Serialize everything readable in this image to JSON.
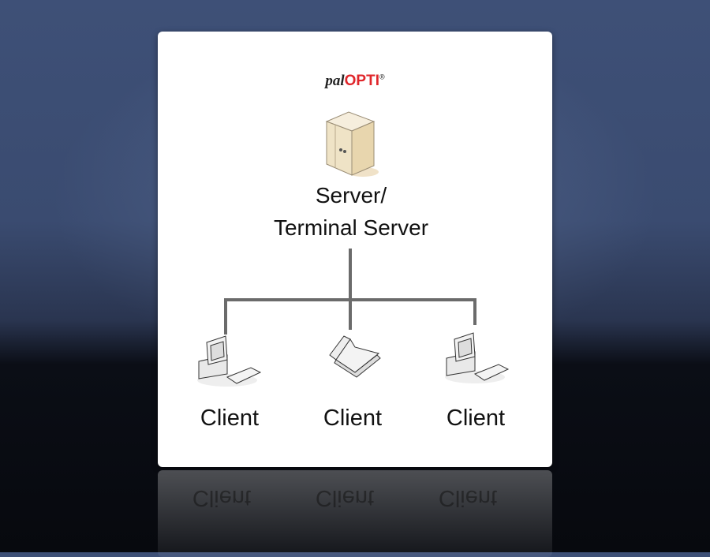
{
  "logo": {
    "pal": "pal",
    "opti": "OPTI",
    "reg": "®"
  },
  "server": {
    "line1": "Server/",
    "line2": "Terminal Server",
    "icon": "server-tower-icon"
  },
  "clients": [
    {
      "label": "Client",
      "icon": "desktop-computer-icon"
    },
    {
      "label": "Client",
      "icon": "laptop-icon"
    },
    {
      "label": "Client",
      "icon": "desktop-computer-icon"
    }
  ],
  "colors": {
    "brand_red": "#e0262b",
    "line": "#6b6b6b",
    "background": "#3e5077"
  }
}
